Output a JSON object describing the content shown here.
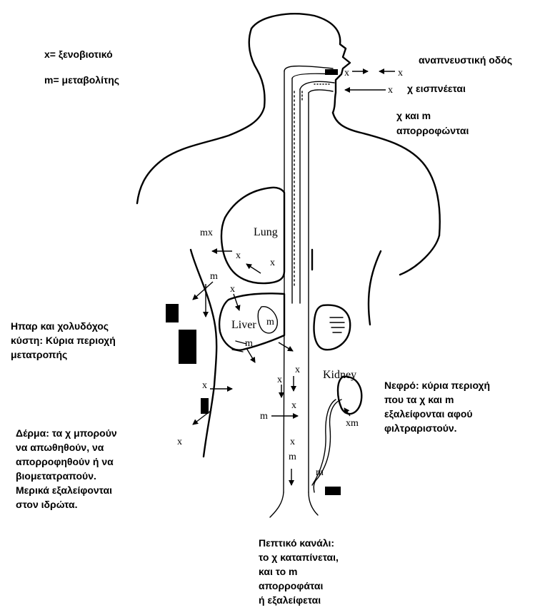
{
  "legend": {
    "line1": "x= ξενοβιοτικό",
    "line2": "m= μεταβολίτης"
  },
  "captions": {
    "respiratory": "αναπνευστική οδός",
    "inhaled": "χ εισπνέεται",
    "absorbed": "χ και m\nαπορροφώνται",
    "liver": "Ηπαρ και χολυδόχος\nκύστη: Κύρια περιοχή\nμετατροπής",
    "kidney": "Νεφρό: κύρια περιοχή\nπου τα χ και m\nεξαλείφονται αφού\nφιλτραριστούν.",
    "skin": "Δέρμα: τα χ μπορούν\nνα απωθηθούν, να\nαπορροφηθούν ή να\nβιομετατραπούν.\nΜερικά εξαλείφονται\nστον ιδρώτα.",
    "digestive": "Πεπτικό κανάλι:\nτο χ καταπίνεται,\nκαι το m\nαπορροφάται\nή εξαλείφεται"
  },
  "organs": {
    "lung": "Lung",
    "liver": "Liver",
    "kidney": "Kidney"
  },
  "markers": {
    "x": "x",
    "m": "m",
    "mx": "mx",
    "xm": "xm"
  }
}
